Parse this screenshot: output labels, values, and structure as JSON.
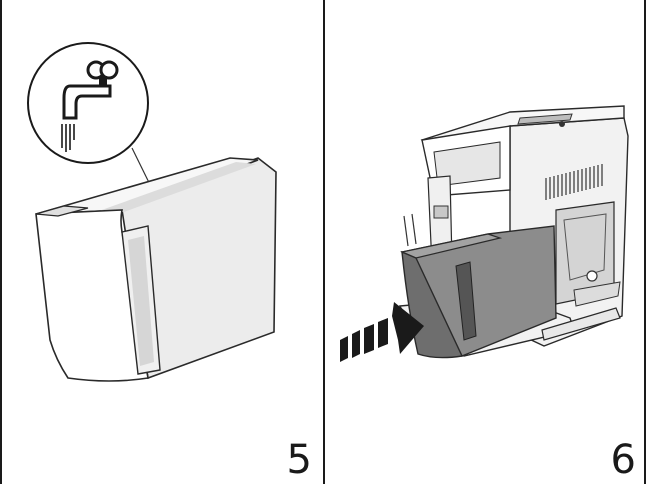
{
  "steps": [
    {
      "number": "5",
      "icon": "water-tap-icon",
      "illustration": "water-tank"
    },
    {
      "number": "6",
      "icon": "insert-arrow-icon",
      "illustration": "coffee-machine-with-tank"
    }
  ],
  "colors": {
    "frame": "#1a1a1a",
    "outline": "#2a2a2a",
    "tank_front": "#ffffff",
    "tank_side": "#e9e9e9",
    "tank_dark": "#6e6e6e",
    "machine_body": "#f4f4f4",
    "machine_shade": "#d8d8d8",
    "arrow": "#1a1a1a"
  }
}
